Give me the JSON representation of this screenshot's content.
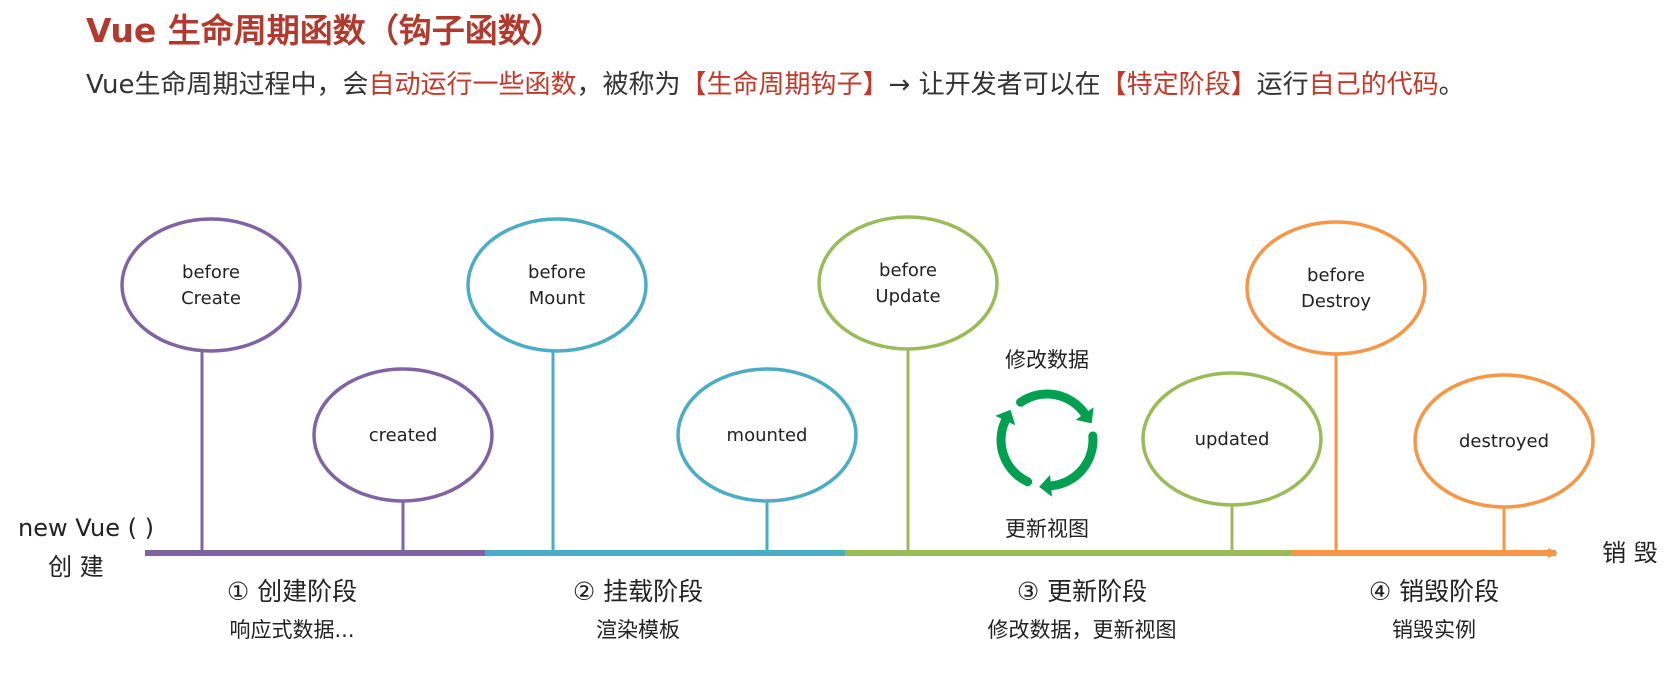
{
  "title": "Vue 生命周期函数（钩子函数）",
  "subtitle": {
    "parts": [
      {
        "text": "Vue生命周期过程中，会",
        "hl": false
      },
      {
        "text": "自动运行一些函数",
        "hl": true
      },
      {
        "text": "，被称为",
        "hl": false
      },
      {
        "text": "【生命周期钩子】",
        "hl": true
      },
      {
        "text": "→ 让开发者可以在",
        "hl": false
      },
      {
        "text": "【特定阶段】",
        "hl": true
      },
      {
        "text": "运行",
        "hl": false
      },
      {
        "text": "自己的代码",
        "hl": true
      },
      {
        "text": "。",
        "hl": false
      }
    ]
  },
  "start_label": {
    "line1": "new Vue ( )",
    "line2": "创  建"
  },
  "end_label": "销  毁",
  "colors": {
    "create": "#8064a2",
    "mount": "#4bacc6",
    "update": "#9bbb59",
    "destroy": "#f79646",
    "cycle": "#00a050",
    "title": "#b03a2e",
    "highlight": "#c0392b"
  },
  "stages": [
    {
      "key": "create",
      "title": "① 创建阶段",
      "desc": "响应式数据..."
    },
    {
      "key": "mount",
      "title": "② 挂载阶段",
      "desc": "渲染模板"
    },
    {
      "key": "update",
      "title": "③ 更新阶段",
      "desc": "修改数据，更新视图"
    },
    {
      "key": "destroy",
      "title": "④ 销毁阶段",
      "desc": "销毁实例"
    }
  ],
  "hooks": [
    {
      "stage": "create",
      "lines": [
        "before",
        "Create"
      ]
    },
    {
      "stage": "create",
      "lines": [
        "created"
      ]
    },
    {
      "stage": "mount",
      "lines": [
        "before",
        "Mount"
      ]
    },
    {
      "stage": "mount",
      "lines": [
        "mounted"
      ]
    },
    {
      "stage": "update",
      "lines": [
        "before",
        "Update"
      ]
    },
    {
      "stage": "update",
      "lines": [
        "updated"
      ]
    },
    {
      "stage": "destroy",
      "lines": [
        "before",
        "Destroy"
      ]
    },
    {
      "stage": "destroy",
      "lines": [
        "destroyed"
      ]
    }
  ],
  "cycle": {
    "top": "修改数据",
    "bottom": "更新视图",
    "icon": "refresh-cycle-icon"
  }
}
